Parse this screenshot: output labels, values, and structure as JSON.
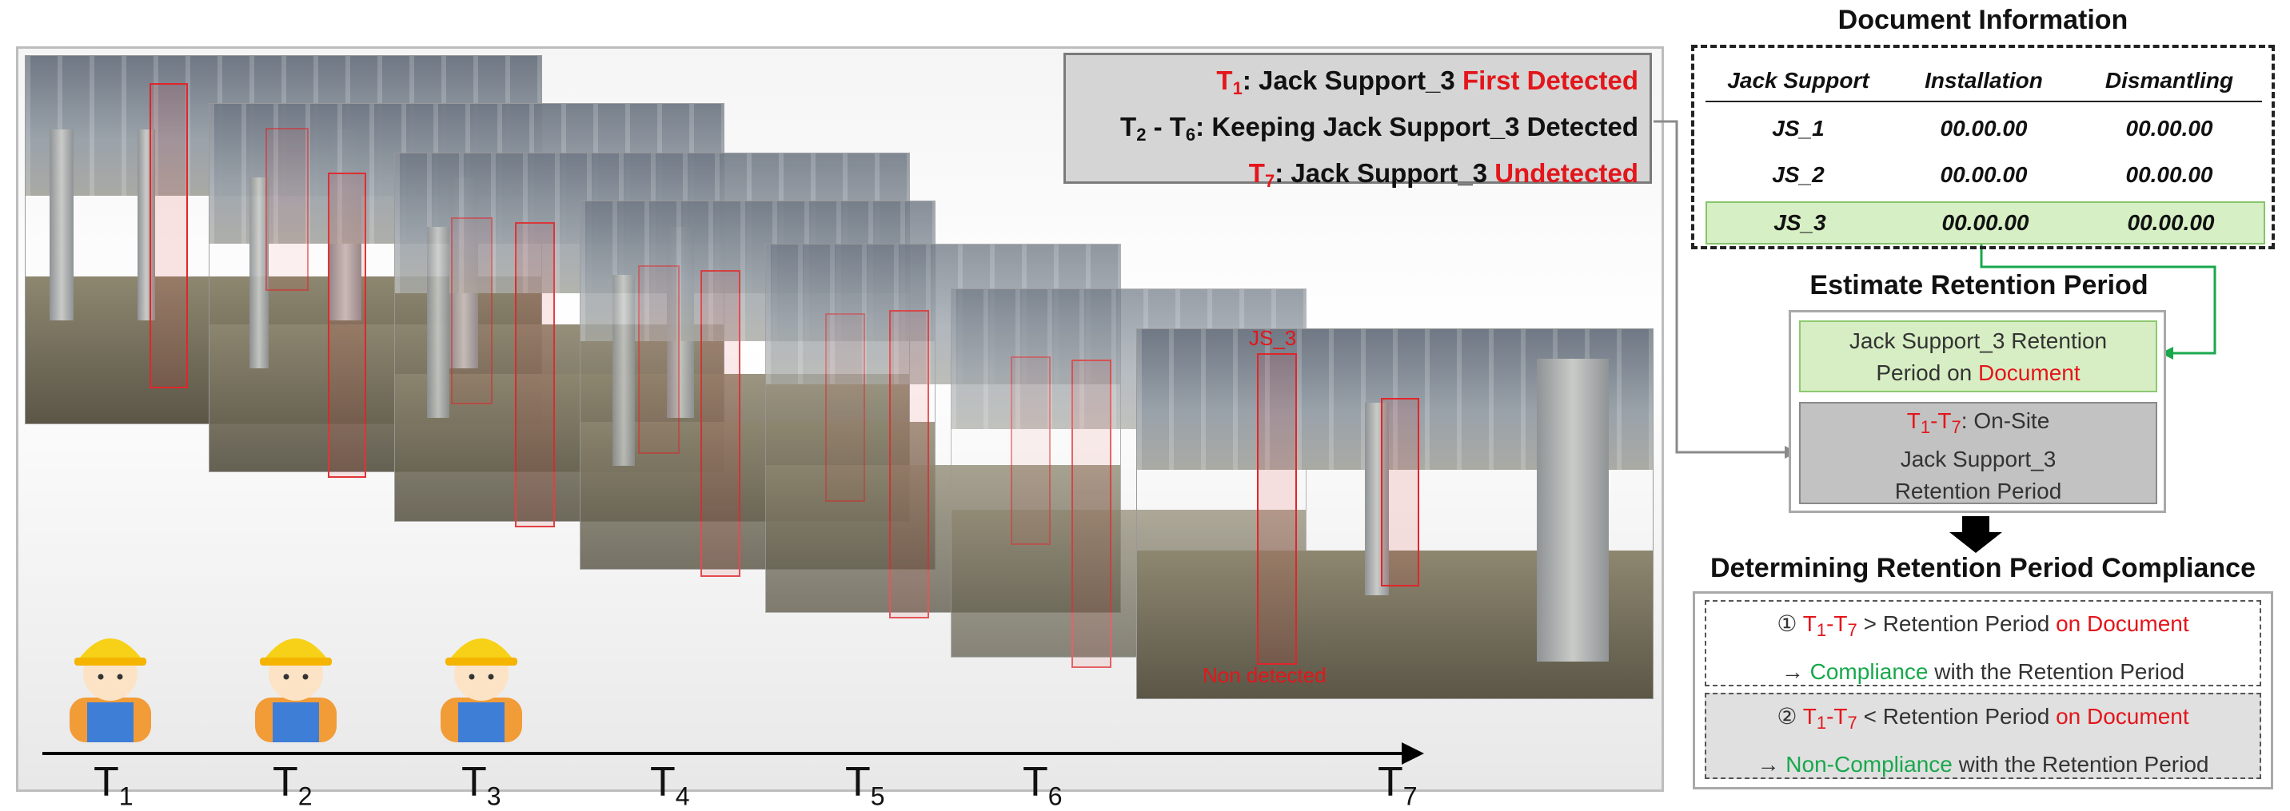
{
  "legend": {
    "line1_t": "T",
    "line1_sub": "1",
    "line1_text": ": Jack Support_3 ",
    "line1_red": "First Detected",
    "line2_t1": "T",
    "line2_sub1": "2",
    "line2_mid": " - T",
    "line2_sub2": "6",
    "line2_text": ": Keeping Jack Support_3 Detected",
    "line3_t": "T",
    "line3_sub": "7",
    "line3_text": ": Jack Support_3 ",
    "line3_red": "Undetected"
  },
  "frames": {
    "js_label": "JS_3",
    "non_detected": "Non detected"
  },
  "timeline": [
    {
      "t": "T",
      "sub": "1"
    },
    {
      "t": "T",
      "sub": "2"
    },
    {
      "t": "T",
      "sub": "3"
    },
    {
      "t": "T",
      "sub": "4"
    },
    {
      "t": "T",
      "sub": "5"
    },
    {
      "t": "T",
      "sub": "6"
    },
    {
      "t": "T",
      "sub": "7"
    }
  ],
  "document": {
    "title": "Document Information",
    "headers": [
      "Jack Support",
      "Installation",
      "Dismantling"
    ],
    "rows": [
      [
        "JS_1",
        "00.00.00",
        "00.00.00"
      ],
      [
        "JS_2",
        "00.00.00",
        "00.00.00"
      ],
      [
        "JS_3",
        "00.00.00",
        "00.00.00"
      ]
    ]
  },
  "estimate": {
    "title": "Estimate Retention Period",
    "green_line1": "Jack Support_3 Retention",
    "green_line2a": "Period on ",
    "green_line2b": "Document",
    "gray_t": "T",
    "gray_sub1": "1",
    "gray_dash": "-T",
    "gray_sub2": "7",
    "gray_line1": ": On-Site",
    "gray_line2": "Jack Support_3",
    "gray_line3": "Retention Period"
  },
  "compliance": {
    "title": "Determining Retention Period Compliance",
    "c1_num": "①",
    "c1_t": "T",
    "c1_sub1": "1",
    "c1_dash": "-T",
    "c1_sub2": "7",
    "c1_mid": " > Retention Period ",
    "c1_red": "on Document",
    "c1_arrow": "→ ",
    "c1_green": "Compliance",
    "c1_rest": " with the Retention Period",
    "c2_num": "②",
    "c2_t": "T",
    "c2_sub1": "1",
    "c2_dash": "-T",
    "c2_sub2": "7",
    "c2_mid": " < Retention Period ",
    "c2_red": "on Document",
    "c2_arrow": "→ ",
    "c2_green": "Non-Compliance",
    "c2_rest": " with the Retention Period"
  },
  "colors": {
    "red": "#e3161b",
    "green": "#18a84c",
    "highlight": "#d6efc4"
  }
}
